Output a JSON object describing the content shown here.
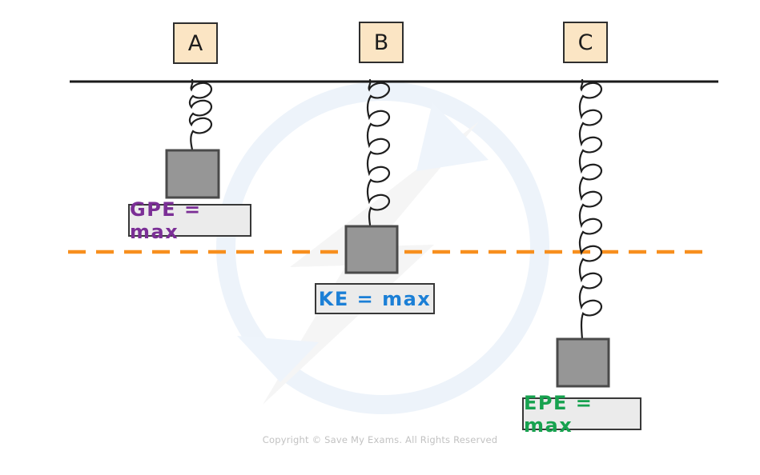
{
  "systems": [
    {
      "label": "A",
      "energy_text": "GPE = max",
      "energy_color": "#7b2f96"
    },
    {
      "label": "B",
      "energy_text": "KE = max",
      "energy_color": "#1b7fd6"
    },
    {
      "label": "C",
      "energy_text": "EPE = max",
      "energy_color": "#17a24f"
    }
  ],
  "colors": {
    "equilibrium_line": "#f78f1e",
    "mass_fill": "#969696",
    "mass_border": "#4a4a4a",
    "tag_fill": "#fbe5c4",
    "energy_box_fill": "#ebebeb",
    "ceiling_line": "#1a1a1a",
    "watermark_blue": "#edf3fa",
    "watermark_grey": "#f5f5f5"
  },
  "footer": {
    "copyright": "Copyright © Save My Exams. All Rights Reserved"
  }
}
